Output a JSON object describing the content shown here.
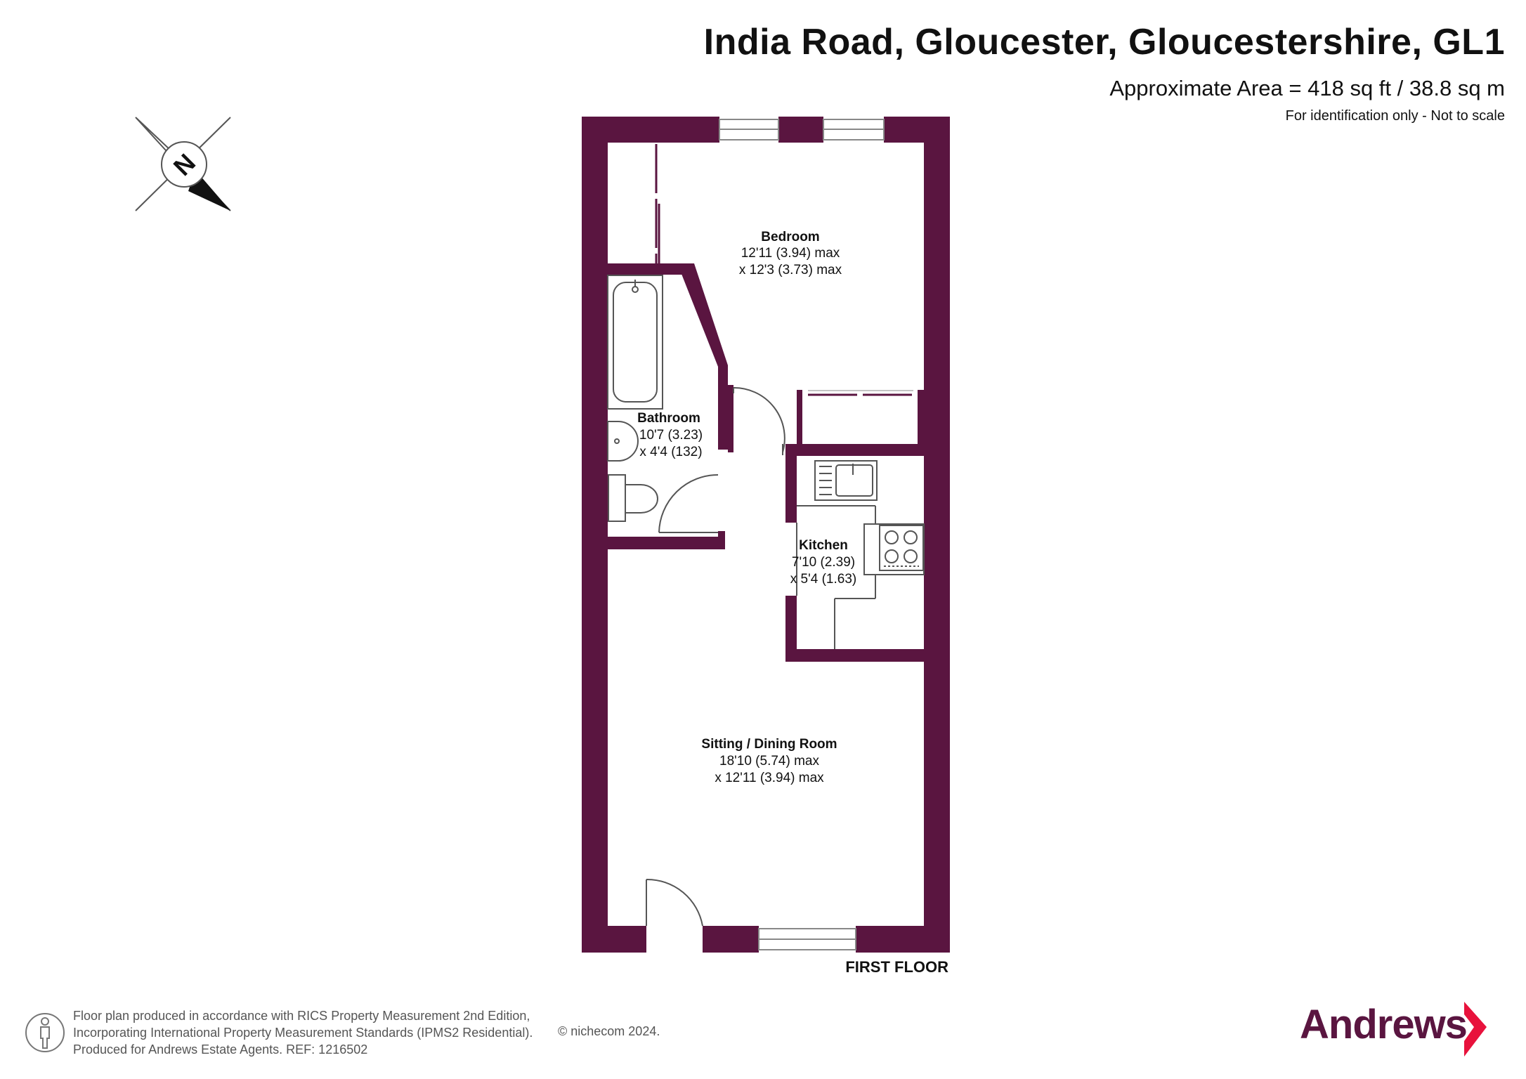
{
  "header": {
    "address": "India Road, Gloucester, Gloucestershire, GL1",
    "area": "Approximate Area = 418 sq ft / 38.8 sq m",
    "scale_note": "For identification only - Not to scale"
  },
  "compass": {
    "letter": "N"
  },
  "rooms": {
    "bedroom": {
      "name": "Bedroom",
      "dim1": "12'11 (3.94) max",
      "dim2": "x 12'3 (3.73) max"
    },
    "bathroom": {
      "name": "Bathroom",
      "dim1": "10'7 (3.23)",
      "dim2": "x 4'4 (132)"
    },
    "kitchen": {
      "name": "Kitchen",
      "dim1": "7'10 (2.39)",
      "dim2": "x 5'4 (1.63)"
    },
    "sitting": {
      "name": "Sitting / Dining Room",
      "dim1": "18'10 (5.74) max",
      "dim2": "x 12'11 (3.94) max"
    }
  },
  "floor_label": "FIRST FLOOR",
  "footer": {
    "line1": "Floor plan produced in accordance with RICS Property Measurement 2nd Edition,",
    "line2": "Incorporating International Property Measurement Standards (IPMS2 Residential).",
    "line3": "Produced for Andrews Estate Agents.   REF: 1216502",
    "copyright": "© nichecom 2024."
  },
  "brand": {
    "name": "Andrews",
    "color": "#5a1540",
    "accent": "#e8123c"
  },
  "colors": {
    "wall": "#5a1540"
  }
}
